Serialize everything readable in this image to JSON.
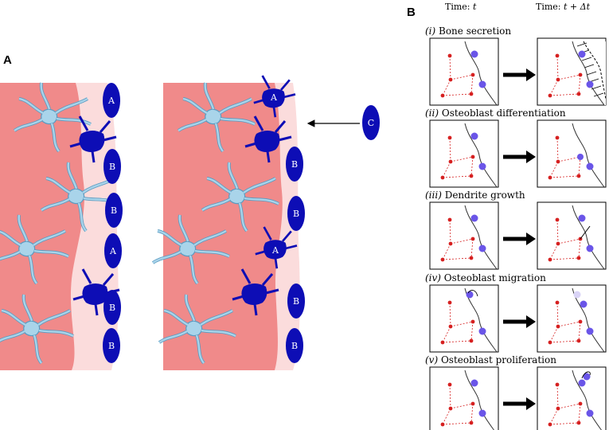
{
  "panels": {
    "a": "A",
    "b": "B"
  },
  "panel_a": {
    "left_cells": [
      "A",
      "B",
      "B",
      "A",
      "B",
      "B"
    ],
    "right_cells": [
      "A",
      "B",
      "B",
      "A",
      "B",
      "B"
    ],
    "incoming_cell": "C"
  },
  "panel_b": {
    "time_left": {
      "prefix": "Time: ",
      "var": "t"
    },
    "time_right": {
      "prefix": "Time: ",
      "var": "t + Δt"
    },
    "processes": [
      {
        "num": "(i)",
        "name": "Bone secretion"
      },
      {
        "num": "(ii)",
        "name": "Osteoblast differentiation"
      },
      {
        "num": "(iii)",
        "name": "Dendrite growth"
      },
      {
        "num": "(iv)",
        "name": "Osteoblast migration"
      },
      {
        "num": "(v)",
        "name": "Osteoblast proliferation"
      }
    ]
  },
  "colors": {
    "bone": "#f08a8a",
    "osteoid": "#fbdcdc",
    "osteocyte": "#a9d4ea",
    "osteocyte_outline": "#5a9bc1",
    "osteoblast": "#0d0db5",
    "node_red": "#d62020",
    "node_blue": "#6a55e8"
  }
}
